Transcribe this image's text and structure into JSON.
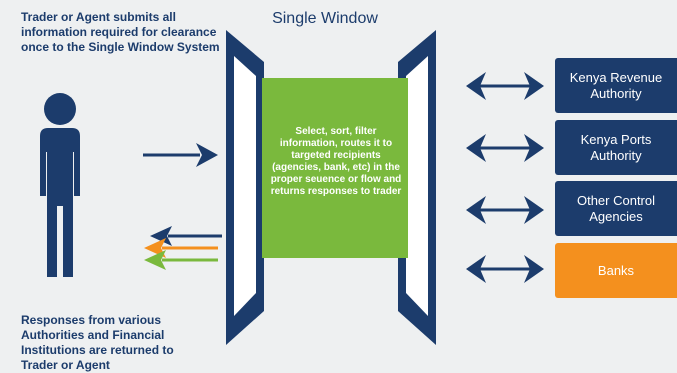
{
  "top_note": "Trader or Agent submits all information required for clearance once to the Single Window System",
  "bottom_note": "Responses from various Authorities and Financial Institutions are returned to Trader or Agent",
  "single_window_title": "Single Window",
  "center_text": "Select, sort, filter information, routes it to targeted recipients (agencies, bank, etc) in the proper seuence or flow and returns responses to trader",
  "entities": [
    {
      "label": "Kenya Revenue Authority",
      "color": "#1c3c6c"
    },
    {
      "label": "Kenya Ports Authority",
      "color": "#1c3c6c"
    },
    {
      "label": "Other Control Agencies",
      "color": "#1c3c6c"
    },
    {
      "label": "Banks",
      "color": "#f4901e"
    }
  ],
  "colors": {
    "navy": "#1c3c6c",
    "green": "#7ab93d",
    "orange": "#f4901e",
    "frame_inner": "#ffffff"
  }
}
